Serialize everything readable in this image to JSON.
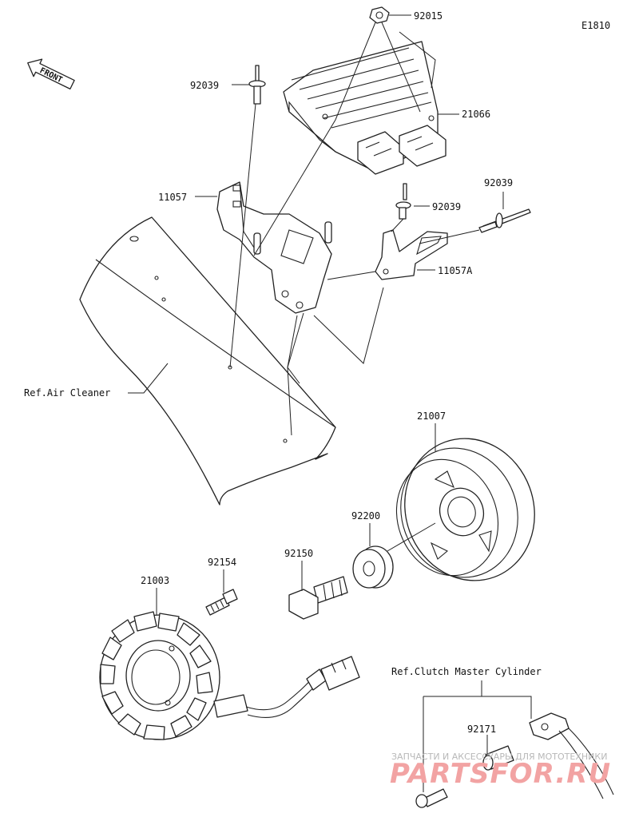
{
  "diagram": {
    "code": "E1810",
    "front_label": "FRONT",
    "parts": [
      {
        "id": "p92015",
        "label": "92015"
      },
      {
        "id": "p92039a",
        "label": "92039"
      },
      {
        "id": "p21066",
        "label": "21066"
      },
      {
        "id": "p11057",
        "label": "11057"
      },
      {
        "id": "p92039b",
        "label": "92039"
      },
      {
        "id": "p92039c",
        "label": "92039"
      },
      {
        "id": "p11057A",
        "label": "11057A"
      },
      {
        "id": "p21007",
        "label": "21007"
      },
      {
        "id": "p92200",
        "label": "92200"
      },
      {
        "id": "p92150",
        "label": "92150"
      },
      {
        "id": "p92154",
        "label": "92154"
      },
      {
        "id": "p21003",
        "label": "21003"
      },
      {
        "id": "p92171",
        "label": "92171"
      }
    ],
    "refs": {
      "air_cleaner": "Ref.Air Cleaner",
      "clutch_master_cylinder": "Ref.Clutch Master Cylinder"
    }
  },
  "watermark": {
    "line1": "ЗАПЧАСТИ И АКСЕССУАРЫ ДЛЯ МОТОТЕХНИКИ",
    "line2": "PARTSFOR.RU"
  }
}
